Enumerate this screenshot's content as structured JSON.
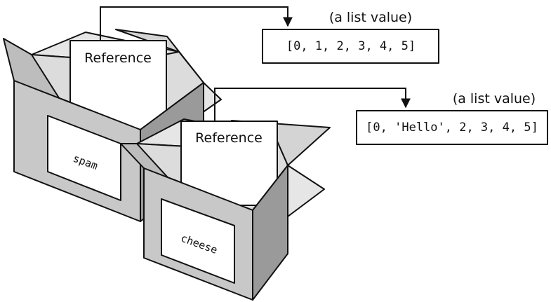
{
  "boxes": [
    {
      "variable_name": "spam",
      "card_label": "Reference",
      "list_caption": "(a list value)",
      "list_value": "[0, 1, 2, 3, 4, 5]"
    },
    {
      "variable_name": "cheese",
      "card_label": "Reference",
      "list_caption": "(a list value)",
      "list_value": "[0, 'Hello', 2, 3, 4, 5]"
    }
  ],
  "colors": {
    "box_front": "#c8c8c8",
    "box_side": "#9a9a9a",
    "box_inside": "#dcdcdc",
    "flap_light": "#e6e6e6",
    "flap_mid": "#bdbdbd",
    "line": "#111111"
  }
}
